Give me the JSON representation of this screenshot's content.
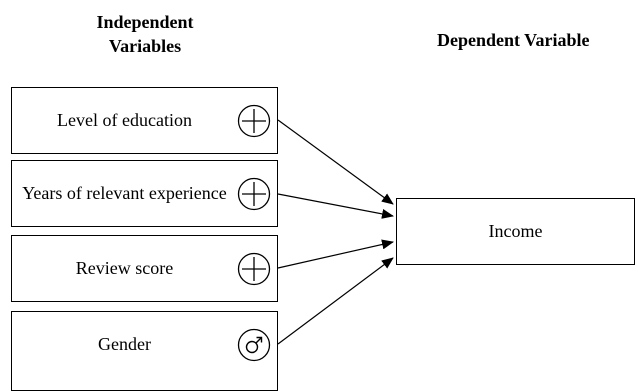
{
  "headings": {
    "independent": "Independent Variables",
    "dependent": "Dependent Variable"
  },
  "independent_variables": [
    {
      "label": "Level of education",
      "icon": "plus-circle-icon"
    },
    {
      "label": "Years of relevant experience",
      "icon": "plus-circle-icon"
    },
    {
      "label": "Review score",
      "icon": "plus-circle-icon"
    },
    {
      "label": "Gender",
      "icon": "male-symbol-icon"
    }
  ],
  "dependent_variable": {
    "label": "Income"
  }
}
